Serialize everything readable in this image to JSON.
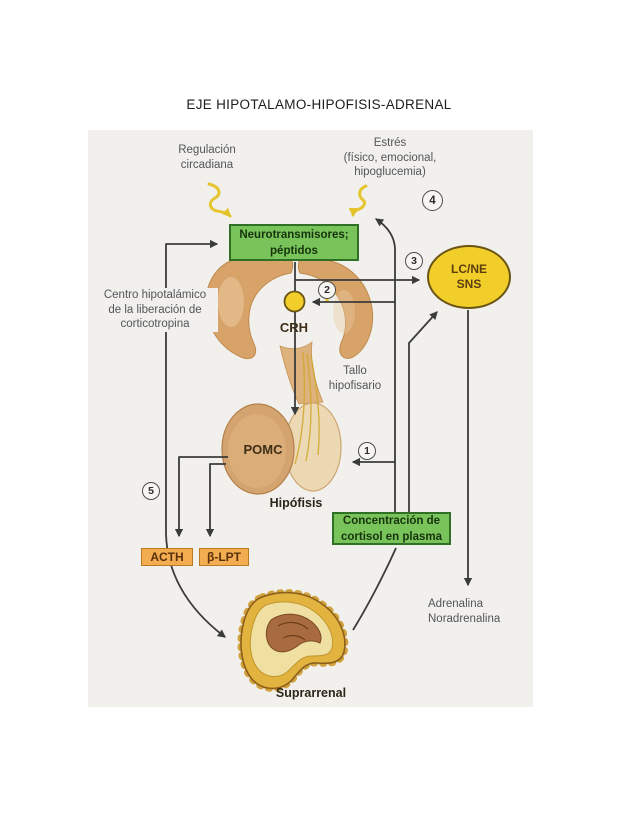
{
  "page": {
    "title": "EJE HIPOTALAMO-HIPOFISIS-ADRENAL"
  },
  "labels": {
    "regulacion": "Regulación\ncircadiana",
    "estres": "Estrés\n(físico, emocional,\nhipoglucemia)",
    "centro": "Centro hipotalámico\nde la liberación de\ncorticotropina",
    "tallo": "Tallo\nhipofisario",
    "crh": "CRH",
    "pomc": "POMC",
    "hipofisis": "Hipófisis",
    "adrenalina": "Adrenalina\nNoradrenalina",
    "suprarrenal": "Suprarrenal"
  },
  "boxes": {
    "neurotransmisores": "Neurotransmisores;\npéptidos",
    "cortisol": "Concentración de\ncortisol en plasma",
    "acth": "ACTH",
    "blpt": "β-LPT",
    "lcne": "LC/NE\nSNS"
  },
  "step_numbers": {
    "s1": "1",
    "s2": "2",
    "s3": "3",
    "s4": "4",
    "s5": "5"
  },
  "colors": {
    "panel-bg": "#f2f0ed",
    "label-gray": "#54555a",
    "arrow-dark": "#3b3b3b",
    "green-fill": "#79c35b",
    "green-border": "#2f7026",
    "green-text": "#16330d",
    "yellow-fill": "#f2ce2b",
    "yellow-border": "#6b5513",
    "yellow-text": "#5c3d0e",
    "orange-fill": "#f3ac50",
    "orange-border": "#b97a24",
    "orange-text": "#59300a",
    "squiggle-yellow": "#e6c630",
    "organ-tan": "#d7a369",
    "organ-posterior": "#ecd9b4",
    "gland-gold": "#e2b33e",
    "gland-cream": "#efe0a2",
    "gland-medulla": "#a76b3f"
  }
}
